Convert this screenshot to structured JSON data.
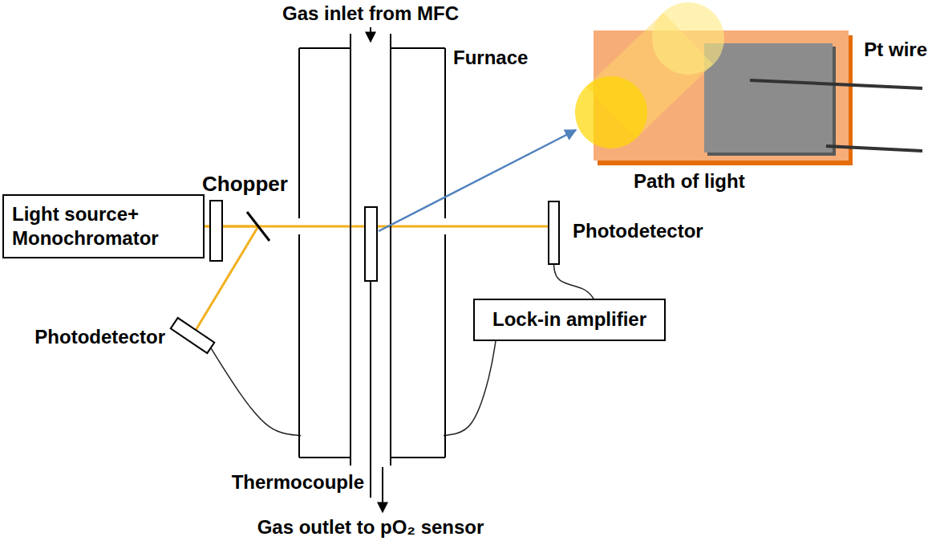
{
  "diagram": {
    "nodes": [
      {
        "text": [
          "Light source+ Monochromator"
        ]
      },
      {
        "text": [
          "Photodetector"
        ]
      },
      {
        "text": [
          "Photodetector"
        ]
      },
      {
        "text": [
          "Lock-in amplifier"
        ]
      }
    ],
    "edges": [
      {
        "from": 0,
        "to": 1,
        "arrow": "none"
      },
      {
        "from": 0,
        "to": 2,
        "arrow": "none"
      },
      {
        "from": 1,
        "to": 3,
        "arrow": "none"
      },
      {
        "from": 2,
        "to": 3,
        "arrow": "none"
      }
    ],
    "labels": [
      "Gas inlet from MFC",
      "Furnace",
      "Pt wire",
      "Path of light",
      "Chopper",
      "Thermocouple",
      "Gas outlet to pO₂ sensor"
    ]
  }
}
